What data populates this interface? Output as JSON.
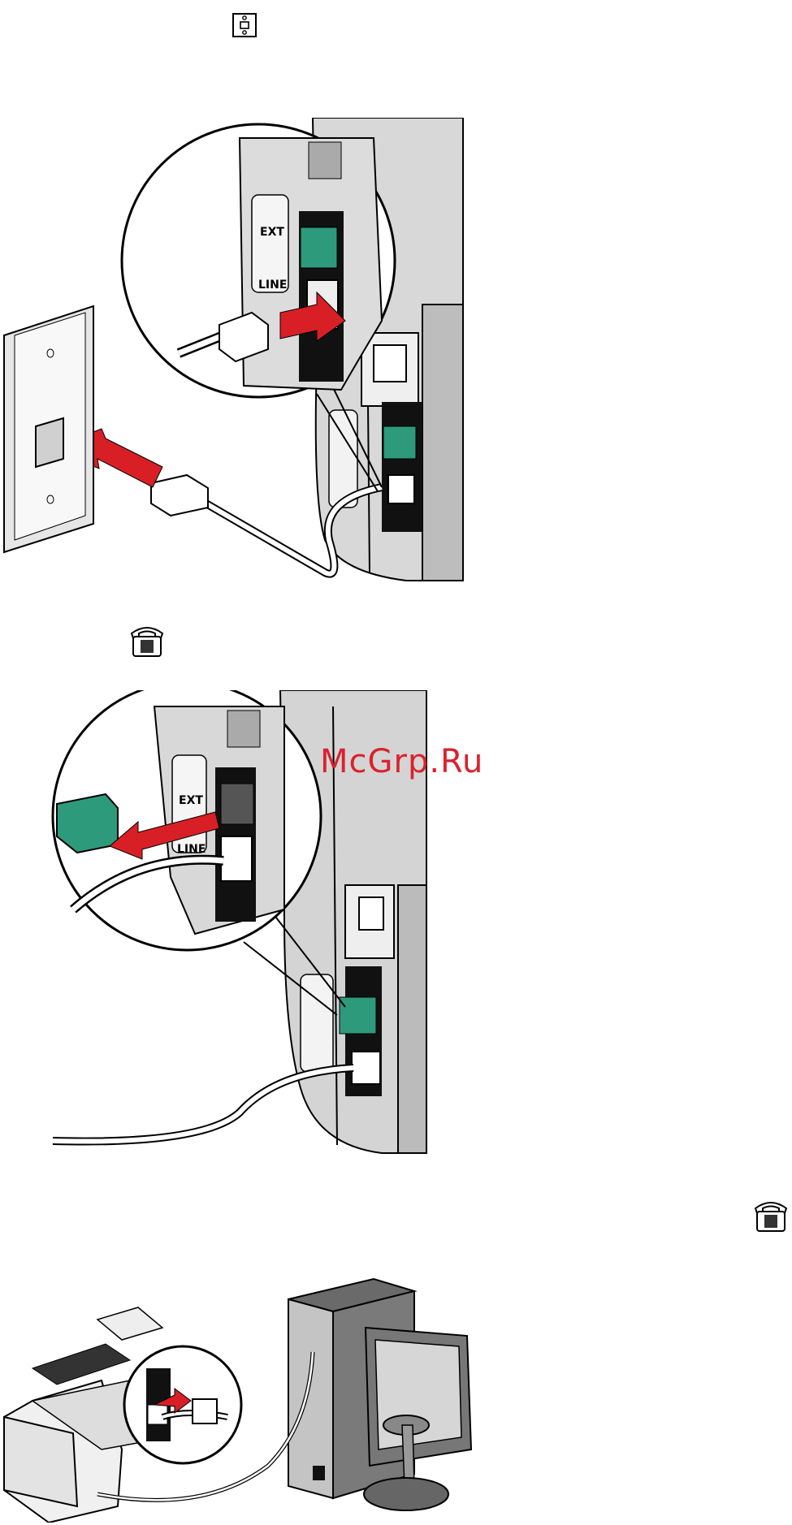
{
  "icons": {
    "wall_jack": "wall-jack-icon",
    "phone_top": "telephone-icon",
    "phone_bottom": "telephone-icon"
  },
  "illustration1": {
    "ports": {
      "ext": "EXT",
      "line": "LINE"
    }
  },
  "illustration2": {
    "ports": {
      "ext": "EXT",
      "line": "LINE"
    }
  },
  "illustration3": {},
  "watermark": "McGrp.Ru",
  "colors": {
    "arrow": "#d81f26",
    "plug": "#2e9a7c",
    "port_dark": "#1a1a1a",
    "device_gray": "#d4d4d4"
  }
}
